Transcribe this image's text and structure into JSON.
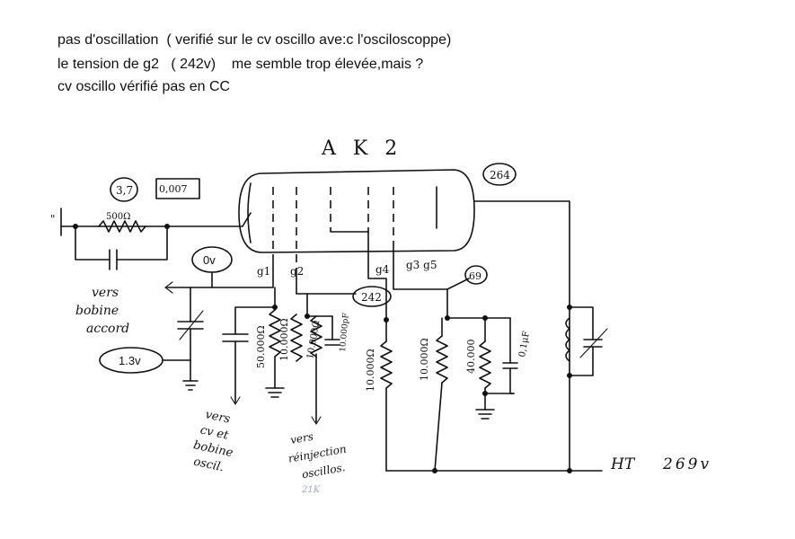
{
  "notes": [
    "pas d'oscillation  ( verifié sur le cv oscillo ave:c l'osciloscoppe)",
    "le tension de g2   ( 242v)    me semble trop élevée,mais ?",
    "cv oscillo vérifié pas en CC"
  ],
  "schematic": {
    "tube_label": "A K 2",
    "anode_voltage": "264",
    "cathode_voltage": "3,7",
    "cathode_current": "0,007",
    "cathode_resistor": "500Ω",
    "grid1_voltage": "0v",
    "bias_voltage": "1.3v",
    "g2_voltage": "242",
    "g3g5_voltage": "69",
    "pins": {
      "g1": "g1",
      "g2": "g2",
      "g4": "g4",
      "g3g5": "g3 g5"
    },
    "resistors": {
      "r_g1": "50.000Ω",
      "r_g2_a": "10.000Ω",
      "r_g2_b": "10.000Ω",
      "r_g4": "10.000Ω",
      "r_g35_a": "10.000Ω",
      "r_g35_b": "40.000"
    },
    "capacitors": {
      "c_g2": "10.000pF",
      "c_g35": "0,1μF"
    },
    "ht_label": "HT",
    "ht_value": "269v",
    "annot_coil": [
      "vers",
      "bobine",
      "accord"
    ],
    "annot_cv": [
      "vers",
      "cv et",
      "bobine",
      "oscil."
    ],
    "annot_reinject": [
      "vers",
      "réinjection",
      "oscillos."
    ],
    "faint_mark": "21K"
  }
}
